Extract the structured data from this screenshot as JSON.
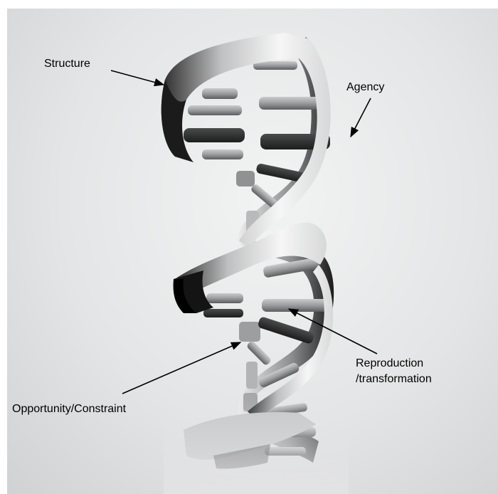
{
  "labels": {
    "structure": "Structure",
    "agency": "Agency",
    "reproduction_line1": "Reproduction",
    "reproduction_line2": "/transformation",
    "opportunity": "Opportunity/Constraint"
  },
  "colors": {
    "background": "#e6e7e8",
    "strand_light": "#f4f4f4",
    "strand_dark": "#151515",
    "rung": "#a9abad",
    "arrow": "#000000"
  }
}
